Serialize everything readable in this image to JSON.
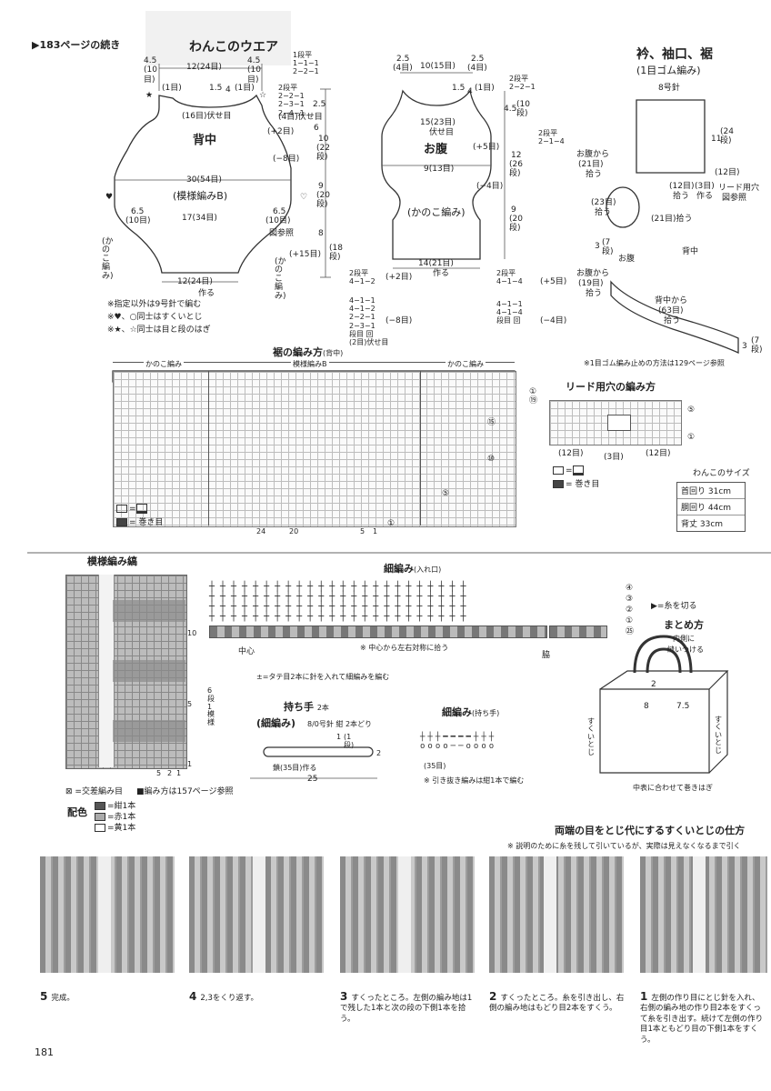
{
  "header": {
    "continued": "▶183ページの続き",
    "title": "わんこのウエア"
  },
  "back": {
    "title": "背中",
    "top_width": "12(24目)",
    "side_a": "4.5 (10目)",
    "side_b": "4.5 (10目)",
    "steps_top": [
      "1段平",
      "1−1−1",
      "2−2−1"
    ],
    "one_st_a": "(1目)",
    "one_st_b": "(1目)",
    "neck_a": "1.5",
    "neck_b": "4",
    "bindoff": "(16目)伏せ目",
    "bindoff_r": "(4目)伏せ目",
    "steps_right": [
      "2段平",
      "2−2−1",
      "2−3−1",
      "2−4−1"
    ],
    "r25": "2.5",
    "r6": "6",
    "plus2": "(+2目)",
    "minus8": "(−8目)",
    "h1": "10",
    "h1b": "(22段)",
    "h2": "9",
    "h2b": "(20段)",
    "h3": "8",
    "h3b": "(18段)",
    "width30": "30(54目)",
    "pattern": "(模様編みB)",
    "w65l": "6.5",
    "w65l_b": "(10目)",
    "w17": "17(34目)",
    "w65r": "6.5",
    "w65r_b": "(10目)",
    "zu": "図参照",
    "plus15": "(+15目)",
    "bottom": "12(24目)",
    "bottom_b": "作る",
    "kanoko_l": "(かのこ編み)",
    "kanoko_r": "(かのこ編み)"
  },
  "belly": {
    "title": "お腹",
    "top_l": "2.5",
    "top_l_b": "(4目)",
    "top_c": "10(15目)",
    "top_r": "2.5",
    "top_r_b": "(4目)",
    "steps_top": [
      "2段平",
      "2−2−1"
    ],
    "n15": "1.5",
    "n4": "4",
    "one_st": "(1目)",
    "bindoff": "15(23目)",
    "bindoff_b": "伏せ目",
    "r45": "4.5",
    "r45b": "(10段)",
    "r12": "12",
    "r12b": "(26段)",
    "r9": "9",
    "r9b": "(20段)",
    "plus5": "(+5目)",
    "mid": "9(13目)",
    "minus4": "(−4目)",
    "steps_right": [
      "2段平",
      "2−1−4"
    ],
    "kanoko": "(かのこ編み)",
    "bottom": "14(21目)",
    "bottom_b": "作る",
    "plus5b": "(+5目)",
    "minus4b": "(−4目)"
  },
  "inc_steps_l": {
    "a": [
      "2段平",
      "4−1−2"
    ],
    "a_note": "(+2目)",
    "b": [
      "4−1−1",
      "4−1−2",
      "2−2−1",
      "2−3−1",
      "段目 回",
      "(2目)伏せ目"
    ],
    "b_note": "(−8目)"
  },
  "inc_steps_r": {
    "a": [
      "2段平",
      "4−1−4"
    ],
    "b": [
      "4−1−1",
      "4−1−4",
      "段目 回"
    ]
  },
  "notes": [
    "※指定以外は9号針で編む",
    "※♥、○同士はすくいとじ",
    "※★、☆同士は目と段のはぎ"
  ],
  "collar": {
    "title": "衿、袖口、裾",
    "sub": "(1目ゴム編み)",
    "needle": "8号針",
    "h11": "11",
    "h11b": "(24段)",
    "pick21a": "お腹から",
    "pick21a_b": "(21目)",
    "pick21a_c": "拾う",
    "pick12": "(12目)",
    "pick12_b": "拾う",
    "make3": "(3目)",
    "make3_b": "作る",
    "lead": "(12目)",
    "lead_b": "リード用穴",
    "lead_c": "図参照",
    "pick23": "(23目)",
    "pick23_b": "拾う",
    "pick21b": "(21目)拾う",
    "back": "背中",
    "belly_lbl": "お腹",
    "r37": "3",
    "r37b": "(7段)",
    "pick19": "お腹から",
    "pick19_b": "(19目)",
    "pick19_c": "拾う",
    "pick63": "背中から",
    "pick63_b": "(63目)",
    "pick63_c": "拾う",
    "r37c": "3",
    "r37d": "(7段)",
    "note": "※1目ゴム編み止めの方法は129ページ参照"
  },
  "hem_chart": {
    "title": "裾の編み方",
    "title_sub": "(背中)",
    "kanoko_l": "かのこ編み",
    "pattern_b": "模様編みB",
    "kanoko_r": "かのこ編み",
    "rows": [
      "①",
      "⑤",
      "⑩",
      "⑮",
      "⑲"
    ],
    "bottom_a": "24",
    "bottom_b": "20",
    "bottom_c": "5",
    "bottom_d": "1",
    "legend_a": "=",
    "legend_b": "= 巻き目"
  },
  "lead_hole": {
    "title": "リード用穴の編み方",
    "r5": "⑤",
    "r1": "①",
    "seg_l": "(12目)",
    "seg_c": "(3目)",
    "seg_r": "(12目)",
    "legend_a": "=",
    "legend_b": "= 巻き目"
  },
  "dog_size": {
    "title": "わんこのサイズ",
    "rows": [
      "首回り 31cm",
      "胴回り 44cm",
      "背丈 33cm"
    ]
  },
  "bag": {
    "pattern_title": "模様編み縞",
    "pattern_row": "10",
    "pattern_repeat": "6段1模様",
    "pattern_cols": [
      "2",
      "1"
    ],
    "pattern_col_a": "5",
    "pattern_row_a": "5",
    "pattern_row_b": "1",
    "legend_cross": "=交差編み目",
    "legend_method": "■編み方は157ページ参照",
    "color_title": "配色",
    "colors": [
      "=紺1本",
      "=赤1本",
      "=黄1本"
    ],
    "sc_title": "細編み",
    "sc_sub": "(入れ口)",
    "sc_rows": [
      "④",
      "③",
      "②",
      "①",
      "㉕"
    ],
    "sc_cut": "=糸を切る",
    "center": "中心",
    "sym": "※ 中心から左右対称に拾う",
    "side": "脇",
    "tate": "=タテ目2本に針を入れて細編みを編む",
    "handle_title": "持ち手",
    "handle_count": "2本",
    "handle_sub": "(細編み)",
    "handle_needle": "8/0号針 紺 2本どり",
    "handle_h": "1",
    "handle_hb": "(1段)",
    "handle_2": "2",
    "handle_chain": "鎖(35目)作る",
    "handle_len": "25",
    "sc2_title": "細編み",
    "sc2_sub": "(持ち手)",
    "sc2_chain": "(35目)",
    "sc2_note": "※ 引き抜き編みは紺1本で編む",
    "finish_title": "まとめ方",
    "finish_a": "内側に",
    "finish_b": "縫いつける",
    "finish_2": "2",
    "finish_8": "8",
    "finish_75": "7.5",
    "finish_side_l": "すくいとじ",
    "finish_side_r": "すくいとじ",
    "finish_bottom": "中表に合わせて巻きはぎ"
  },
  "tutorial": {
    "title": "両端の目をとじ代にするすくいとじの仕方",
    "note": "※ 説明のために糸を残して引いているが、実際は見えなくなるまで引く",
    "steps": [
      {
        "num": "5",
        "text": "完成。"
      },
      {
        "num": "4",
        "text": "2,3をくり返す。"
      },
      {
        "num": "3",
        "text": "すくったところ。左側の編み地は1で残した1本と次の段の下側1本を拾う。"
      },
      {
        "num": "2",
        "text": "すくったところ。糸を引き出し、右側の編み地はもどり目2本をすくう。"
      },
      {
        "num": "1",
        "text": "左側の作り目にとじ針を入れ、右側の編み地の作り目2本をすくって糸を引き出す。続けて左側の作り目1本ともどり目の下側1本をすくう。"
      }
    ]
  },
  "page_number": "181"
}
